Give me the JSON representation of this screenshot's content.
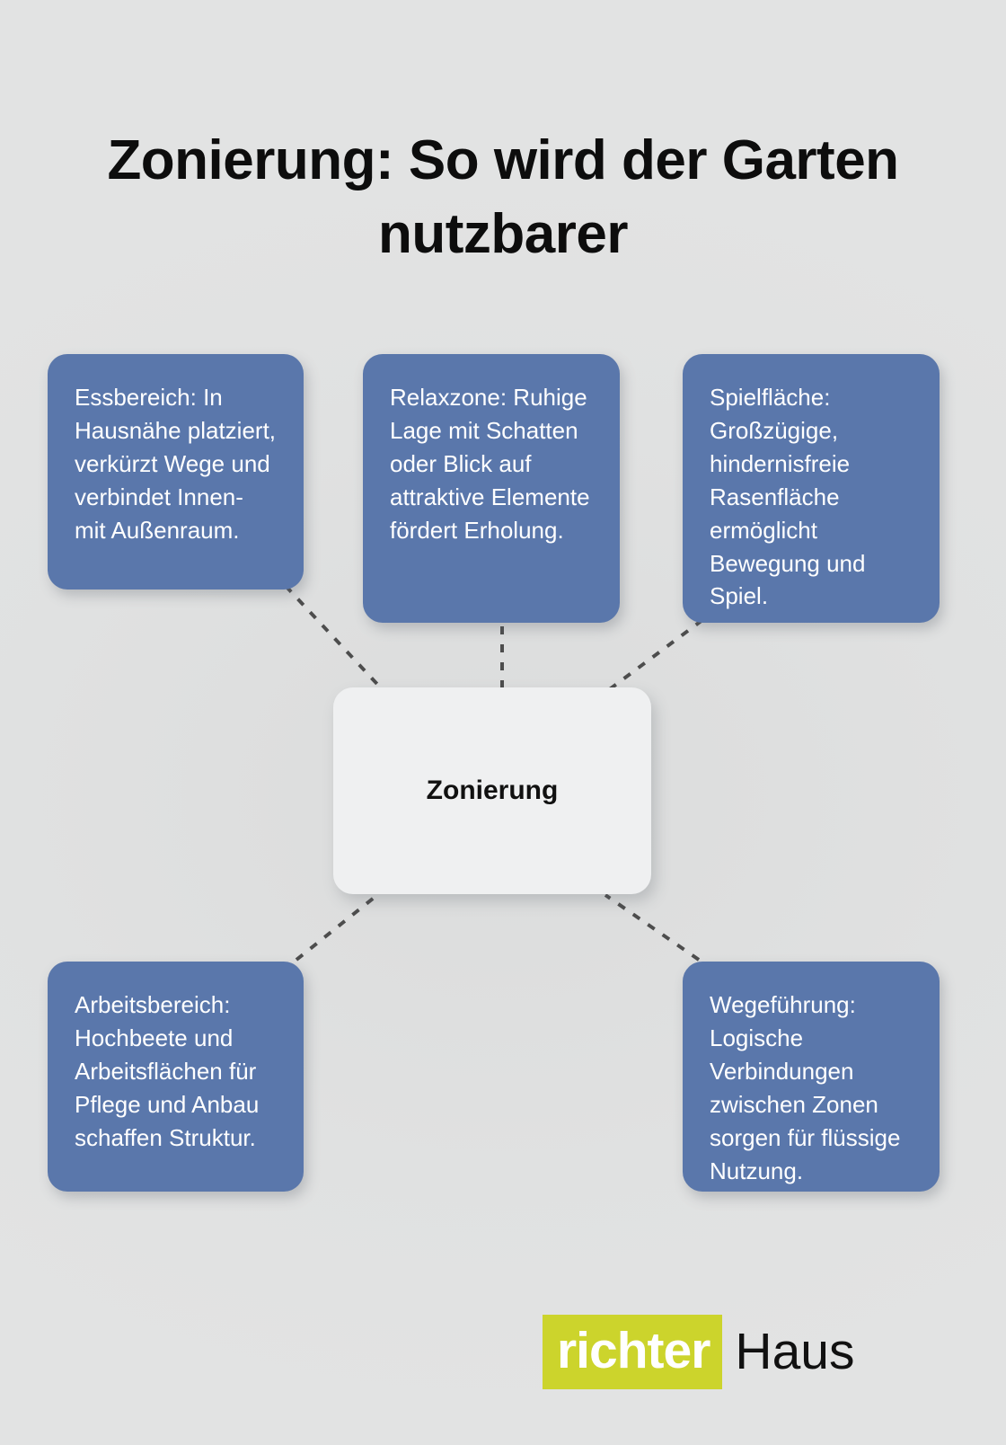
{
  "page": {
    "title": "Zonierung: So wird der Garten nutzbarer",
    "background_color": "#e0e1e1"
  },
  "diagram": {
    "type": "mind-map",
    "center": {
      "label": "Zonierung",
      "background_color": "#eff0f1",
      "text_color": "#111111"
    },
    "node_color": "#5a77ab",
    "node_text_color": "#ffffff",
    "connector_color": "#4d4d4d",
    "connector_style": "dashed",
    "nodes": [
      {
        "id": "essbereich",
        "position": "top-left",
        "text": "Essbereich: In Hausnähe platziert, verkürzt Wege und verbindet Innen- mit Außenraum."
      },
      {
        "id": "relaxzone",
        "position": "top-center",
        "text": "Relaxzone: Ruhige Lage mit Schatten oder Blick auf attraktive Elemente fördert Erholung."
      },
      {
        "id": "spielflaeche",
        "position": "top-right",
        "text": "Spielfläche: Großzügige, hindernisfreie Rasenfläche ermöglicht Bewegung und Spiel."
      },
      {
        "id": "arbeitsbereich",
        "position": "bottom-left",
        "text": "Arbeitsbereich: Hochbeete und Arbeitsflächen für Pflege und Anbau schaffen Struktur."
      },
      {
        "id": "wegefuehrung",
        "position": "bottom-right",
        "text": "Wegeführung: Logische Verbindungen zwischen Zonen sorgen für flüssige Nutzung."
      }
    ]
  },
  "logo": {
    "mark_text": "richter",
    "word_text": "Haus",
    "mark_background": "#ccd42c",
    "mark_text_color": "#ffffff",
    "word_color": "#111111"
  }
}
